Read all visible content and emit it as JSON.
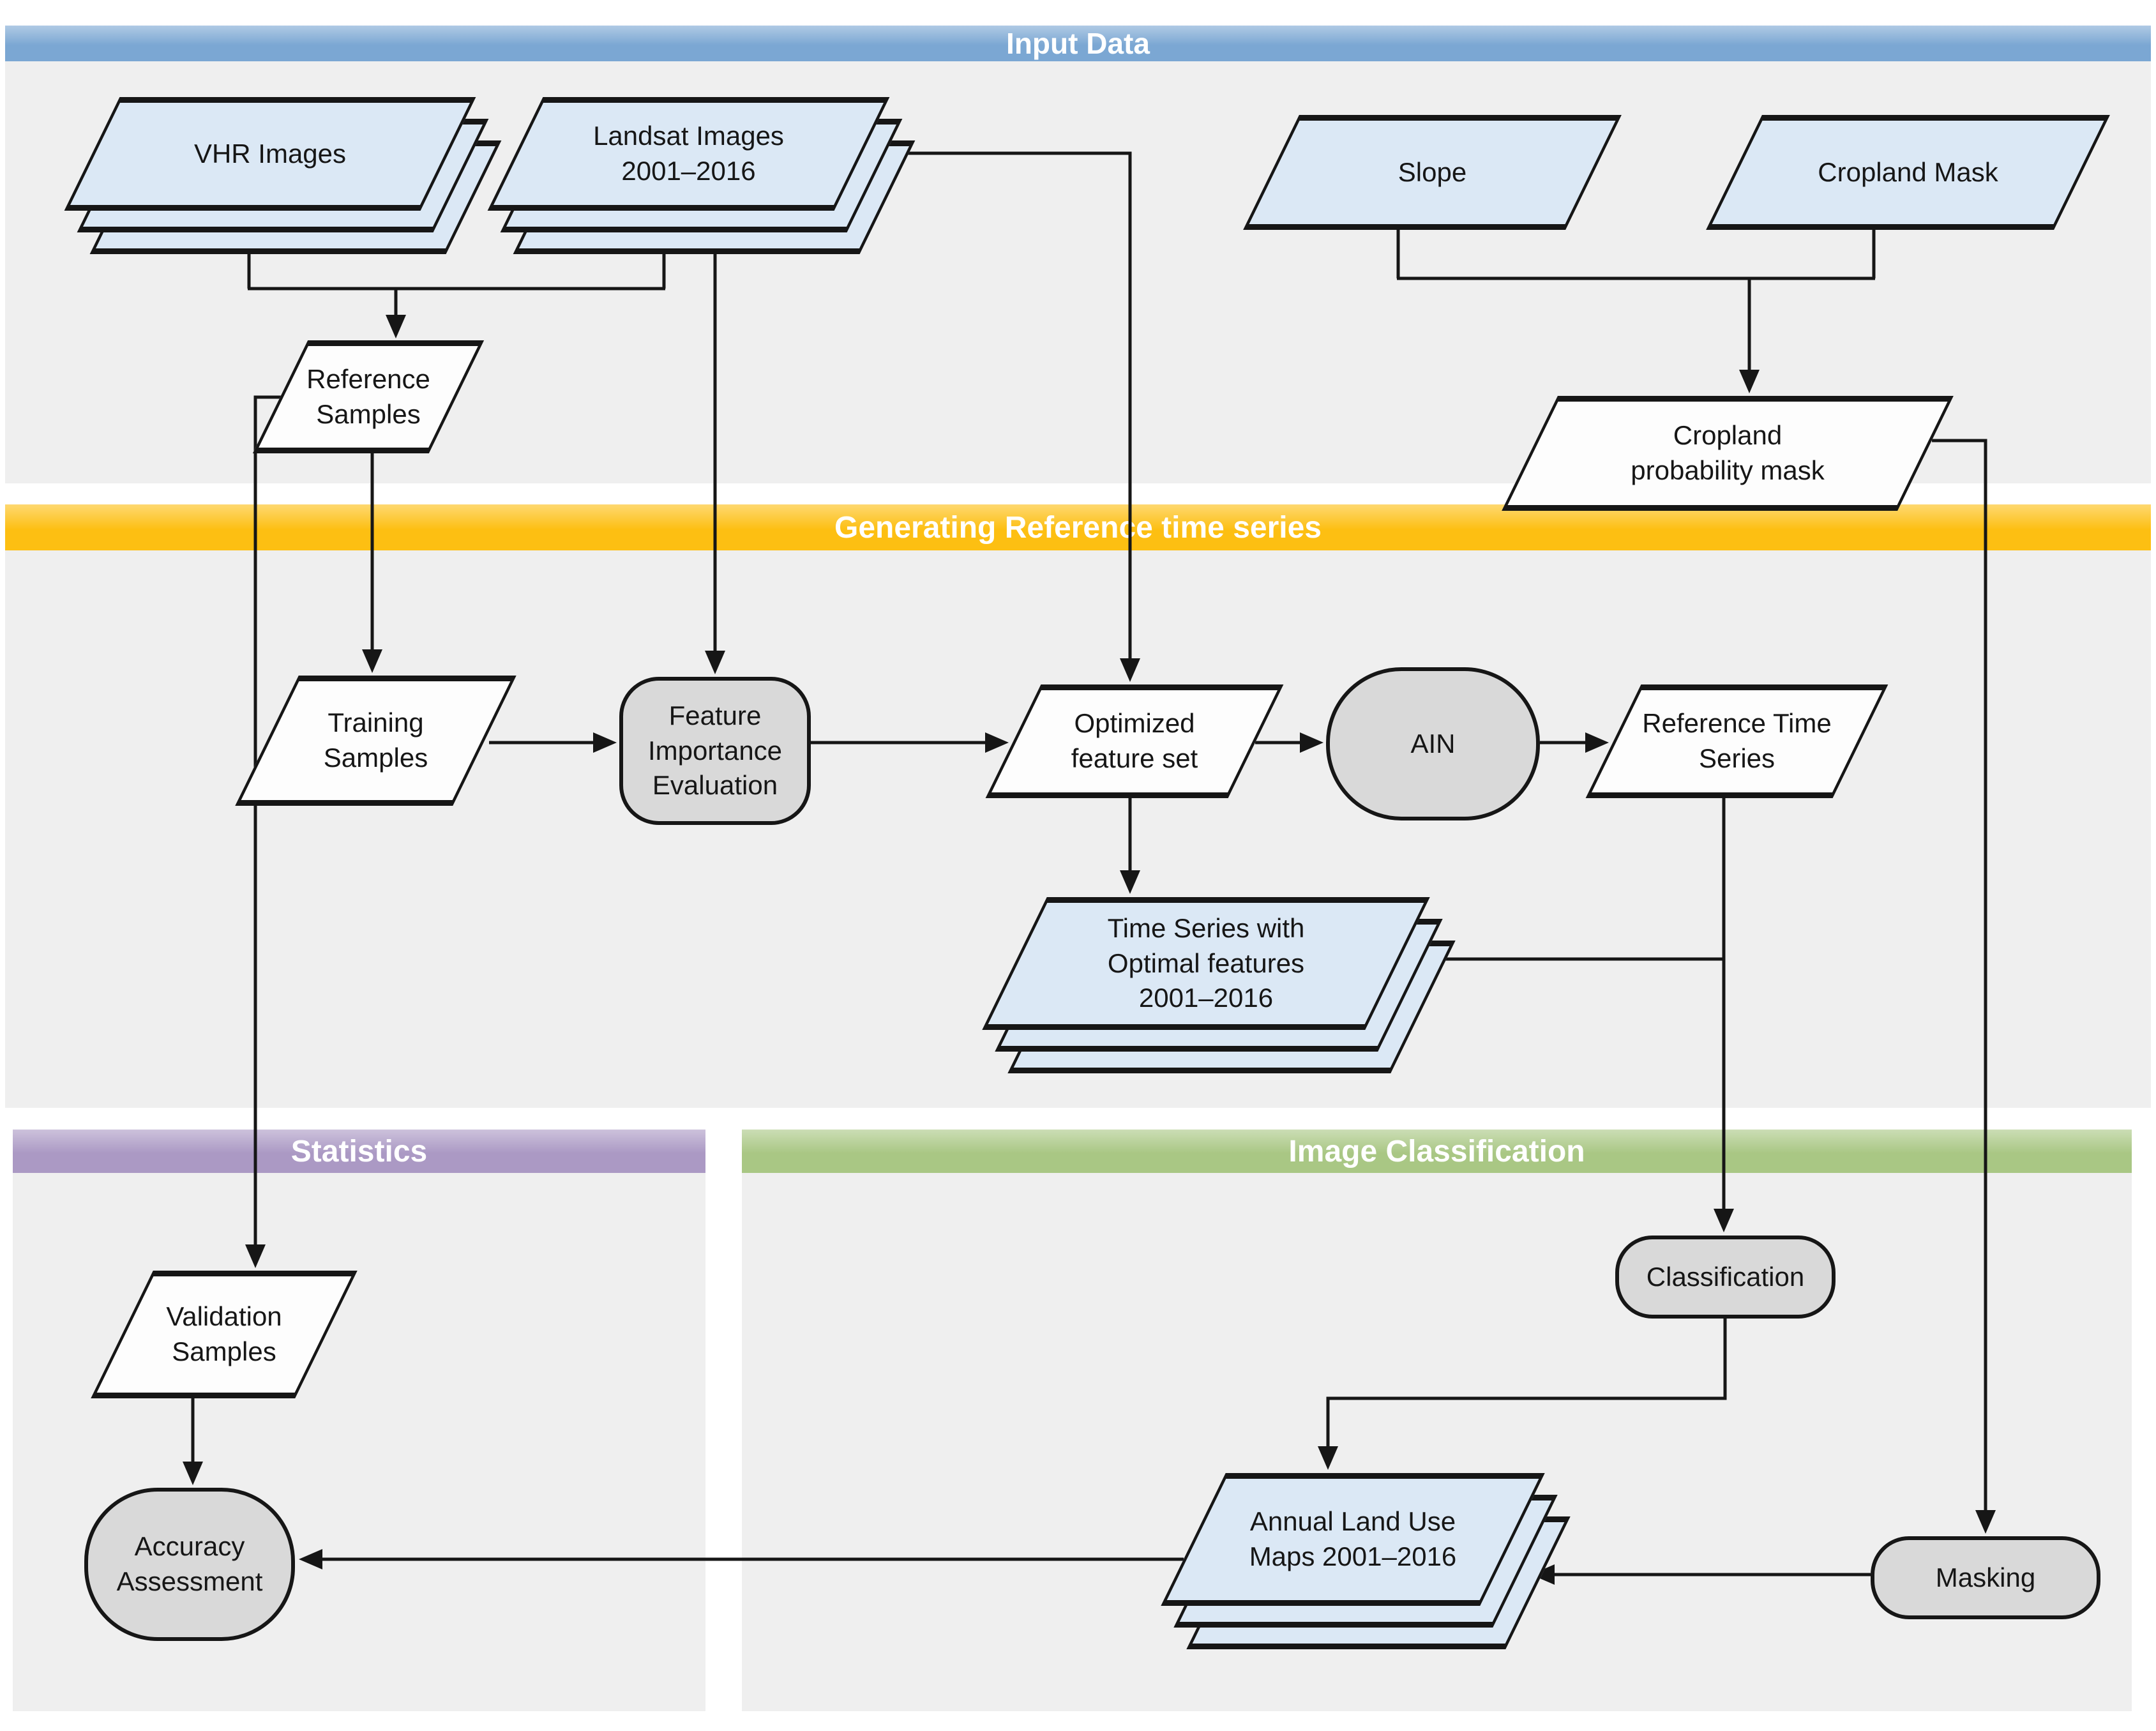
{
  "diagram": {
    "bands": {
      "input": {
        "label": "Input Data",
        "color": "#7ba7d3"
      },
      "reference": {
        "label": "Generating Reference time series",
        "color": "#fdbf12"
      },
      "statistics": {
        "label": "Statistics",
        "color": "#ab99c4"
      },
      "classification": {
        "label": "Image Classification",
        "color": "#a9c784"
      }
    },
    "nodes": {
      "vhr": {
        "type": "data-stack",
        "lines": [
          "VHR Images"
        ]
      },
      "landsat": {
        "type": "data-stack",
        "lines": [
          "Landsat Images",
          "2001–2016"
        ]
      },
      "slope": {
        "type": "data",
        "lines": [
          "Slope"
        ]
      },
      "cropland_mask": {
        "type": "data",
        "lines": [
          "Cropland Mask"
        ]
      },
      "reference_samples": {
        "type": "io",
        "lines": [
          "Reference",
          "Samples"
        ]
      },
      "cropland_prob_mask": {
        "type": "io",
        "lines": [
          "Cropland",
          "probability mask"
        ]
      },
      "training_samples": {
        "type": "io",
        "lines": [
          "Training",
          "Samples"
        ]
      },
      "feature_importance": {
        "type": "process",
        "lines": [
          "Feature",
          "Importance",
          "Evaluation"
        ]
      },
      "optimized_feature_set": {
        "type": "io",
        "lines": [
          "Optimized",
          "feature set"
        ]
      },
      "ain": {
        "type": "process",
        "lines": [
          "AIN"
        ]
      },
      "reference_time_series": {
        "type": "io",
        "lines": [
          "Reference Time",
          "Series"
        ]
      },
      "time_series_stack": {
        "type": "data-stack",
        "lines": [
          "Time Series with",
          "Optimal features",
          "2001–2016"
        ]
      },
      "validation_samples": {
        "type": "io",
        "lines": [
          "Validation",
          "Samples"
        ]
      },
      "classification": {
        "type": "process",
        "lines": [
          "Classification"
        ]
      },
      "accuracy_assessment": {
        "type": "process",
        "lines": [
          "Accuracy",
          "Assessment"
        ]
      },
      "annual_land_use_maps": {
        "type": "data-stack",
        "lines": [
          "Annual Land Use",
          "Maps 2001–2016"
        ]
      },
      "masking": {
        "type": "process",
        "lines": [
          "Masking"
        ]
      }
    }
  }
}
